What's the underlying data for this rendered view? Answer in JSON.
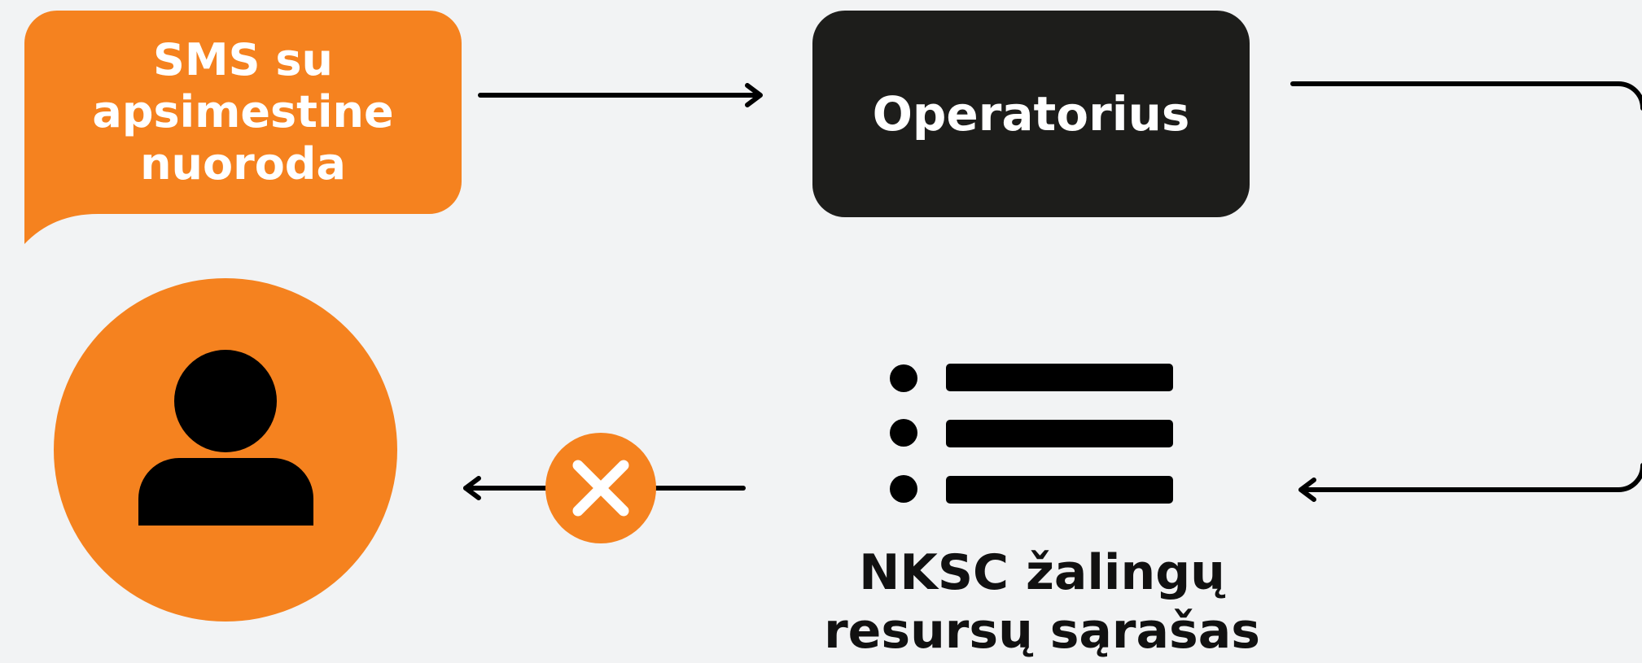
{
  "nodes": {
    "sms": {
      "line1": "SMS su",
      "line2": "apsimestine",
      "line3": "nuoroda"
    },
    "operator": {
      "label": "Operatorius"
    },
    "list": {
      "line1": "NKSC žalingų",
      "line2": "resursų sąrašas"
    }
  },
  "icons": {
    "user": "user-icon",
    "list": "list-icon",
    "block": "close-icon"
  },
  "colors": {
    "accent": "#f5821f",
    "dark": "#1d1d1b",
    "line": "#000000",
    "background": "#f2f3f4",
    "white": "#ffffff"
  }
}
